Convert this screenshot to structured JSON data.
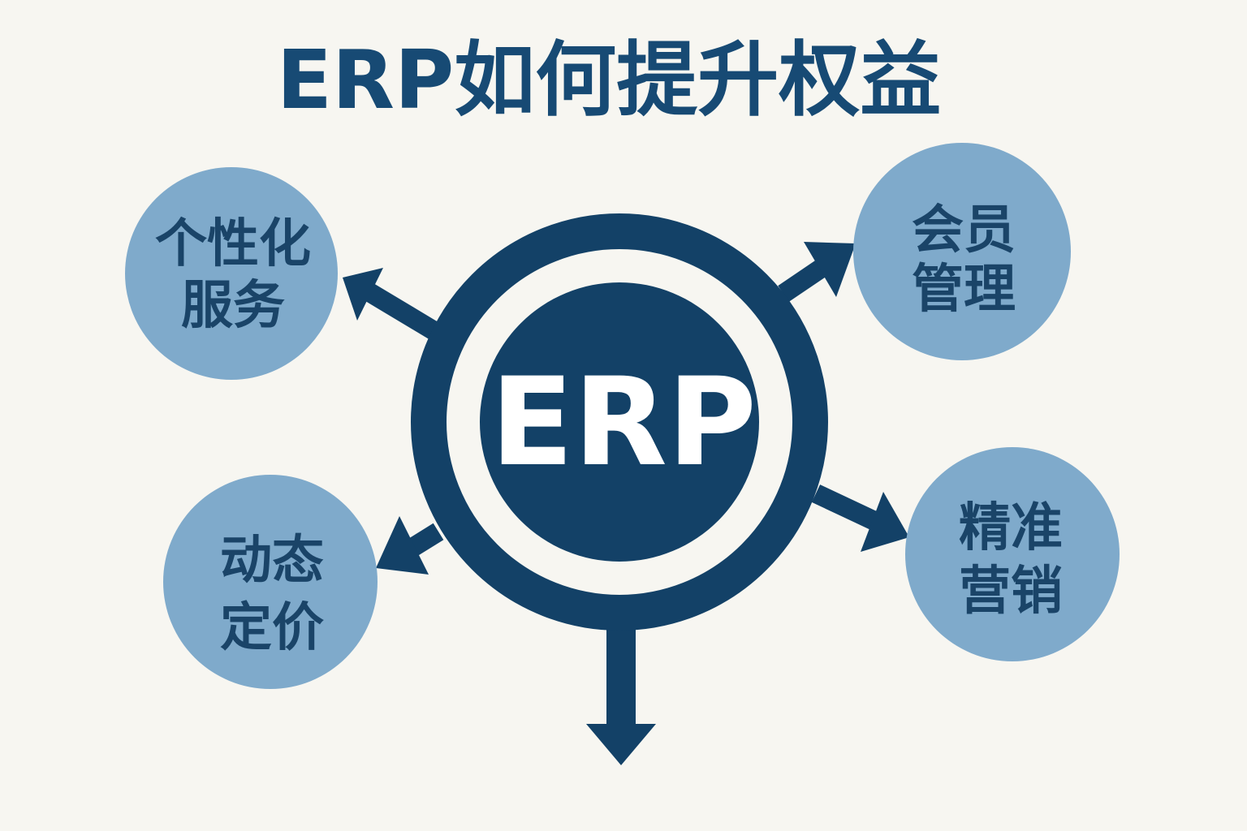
{
  "title": "ERP如何提升权益",
  "center_label": "ERP",
  "colors": {
    "navy": "#134167",
    "bubble": "#7faacb",
    "background": "#f7f6f1"
  },
  "bubbles": [
    {
      "line1": "个性化",
      "line2": "服务"
    },
    {
      "line1": "会员",
      "line2": "管理"
    },
    {
      "line1": "动态",
      "line2": "定价"
    },
    {
      "line1": "精准",
      "line2": "营销"
    }
  ]
}
